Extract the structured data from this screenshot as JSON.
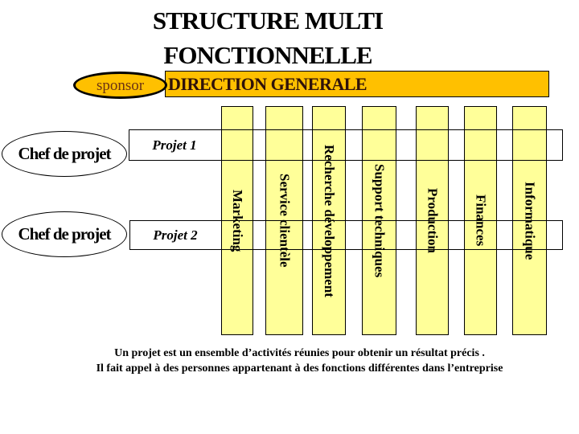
{
  "title": {
    "line1": "STRUCTURE MULTI",
    "line2": "FONCTIONNELLE"
  },
  "sponsor": {
    "label": "sponsor"
  },
  "banner": {
    "label": "DIRECTION GENERALE"
  },
  "chefs": [
    {
      "label": "Chef de projet"
    },
    {
      "label": "Chef de projet"
    }
  ],
  "projects": [
    {
      "label": "Projet 1"
    },
    {
      "label": "Projet 2"
    }
  ],
  "departments": [
    "Marketing",
    "Service clientèle",
    "Recherche développement",
    "Support techniques",
    "Production",
    "Finances",
    "Informatique"
  ],
  "footer": {
    "line1": "Un projet est un ensemble d’activités réunies pour obtenir un résultat précis .",
    "line2": "Il fait appel à des personnes appartenant à des fonctions différentes dans l’entreprise"
  },
  "colors": {
    "banner_gold": "#FFC000",
    "column_yellow": "#FFFF99",
    "banner_text": "#2f120a",
    "sponsor_text": "#6b3214",
    "title_text": "#000000",
    "background": "#ffffff"
  }
}
